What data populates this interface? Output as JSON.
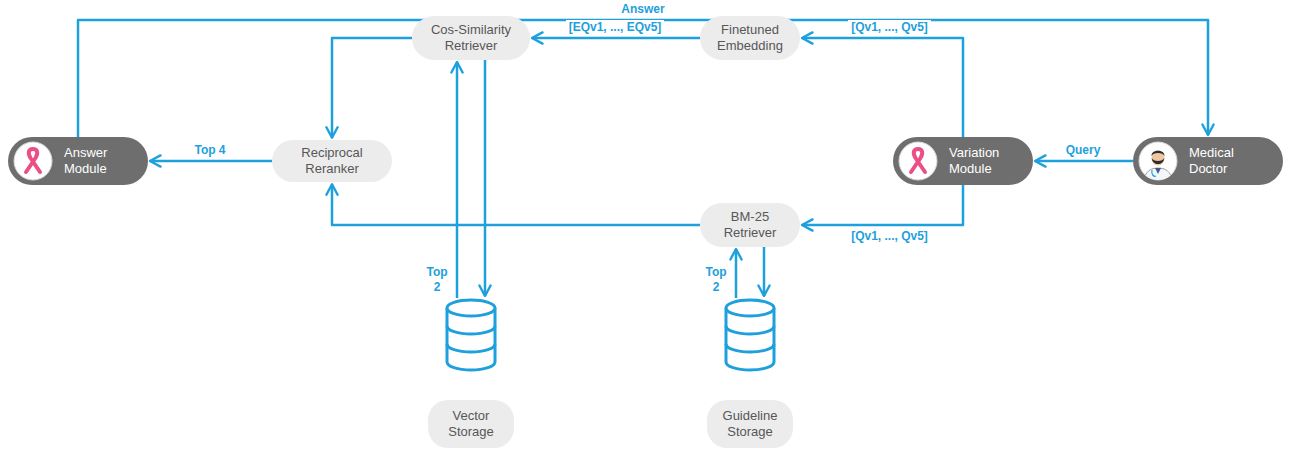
{
  "diagram": {
    "nodes": [
      {
        "text": [
          "Answer Module"
        ]
      },
      {
        "text": [
          "Reciprocal Reranker"
        ]
      },
      {
        "text": [
          "Cos-Similarity Retriever"
        ]
      },
      {
        "text": [
          "Finetuned Embedding"
        ]
      },
      {
        "text": [
          "Variation Module"
        ]
      },
      {
        "text": [
          "Medical Doctor"
        ]
      },
      {
        "text": [
          "BM-25 Retriever"
        ]
      },
      {
        "text": [
          "Vector Storage"
        ]
      },
      {
        "text": [
          "Guideline Storage"
        ]
      }
    ],
    "edges": [
      {
        "from": 5,
        "to": 4,
        "label": "Query",
        "arrow": "to"
      },
      {
        "from": 4,
        "to": 3,
        "label": "[Qv1, ..., Qv5]",
        "arrow": "to"
      },
      {
        "from": 4,
        "to": 6,
        "label": "[Qv1, ..., Qv5]",
        "arrow": "to"
      },
      {
        "from": 3,
        "to": 2,
        "label": "[EQv1, ..., EQv5]",
        "arrow": "to"
      },
      {
        "from": 2,
        "to": 1,
        "arrow": "to"
      },
      {
        "from": 6,
        "to": 1,
        "arrow": "to"
      },
      {
        "from": 1,
        "to": 0,
        "label": "Top 4",
        "arrow": "to"
      },
      {
        "from": 0,
        "to": 5,
        "label": "Answer",
        "arrow": "to"
      },
      {
        "from": 7,
        "to": 2,
        "label": "Top 2",
        "arrow": "to"
      },
      {
        "from": 2,
        "to": 7,
        "arrow": "to"
      },
      {
        "from": 8,
        "to": 6,
        "label": "Top 2",
        "arrow": "to"
      },
      {
        "from": 6,
        "to": 8,
        "arrow": "to"
      }
    ]
  }
}
